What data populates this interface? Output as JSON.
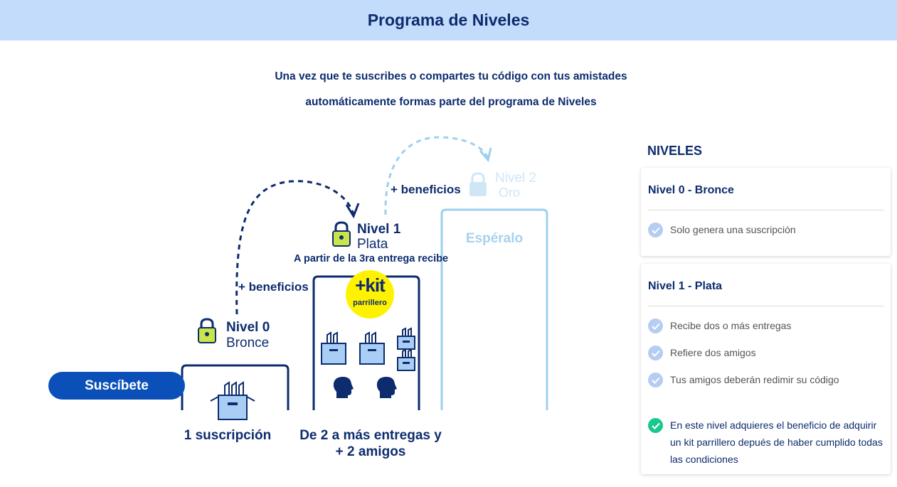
{
  "header": {
    "title": "Programa de Niveles"
  },
  "intro": {
    "line1": "Una vez que te suscribes o compartes tu código con tus amistades",
    "line2": "automáticamente formas parte del programa de Niveles"
  },
  "illustration": {
    "subscribe_button": "Suscíbete",
    "level0": {
      "name": "Nivel 0",
      "tier": "Bronce",
      "caption": "1 suscripción"
    },
    "benefits_label": "+ beneficios",
    "level1": {
      "name": "Nivel 1",
      "tier": "Plata",
      "note": "A partir de la 3ra entrega recibe",
      "badge_main": "+kit",
      "badge_sub": "parrillero",
      "caption_line1": "De 2 a más entregas y",
      "caption_line2": "+ 2 amigos"
    },
    "level2": {
      "name": "Nivel 2",
      "tier": "Oro",
      "box_label": "Espéralo"
    }
  },
  "sidebar": {
    "title": "NIVELES",
    "cards": [
      {
        "title": "Nivel 0 - Bronce",
        "items": [
          "Solo genera una suscripción"
        ]
      },
      {
        "title": "Nivel 1 - Plata",
        "items": [
          "Recibe dos o más entregas",
          "Refiere dos amigos",
          "Tus amigos deberán redimir su código"
        ],
        "highlight": "En este nivel adquieres el beneficio de adquirir un kit parrillero depués de haber cumplido todas las condiciones"
      }
    ]
  },
  "colors": {
    "navy": "#0d2c6e",
    "header_bg": "#c4dcfb",
    "button": "#0b50b8",
    "light_blue": "#b6cdf3",
    "green_check": "#16c98d",
    "badge_yellow": "#fff200"
  }
}
